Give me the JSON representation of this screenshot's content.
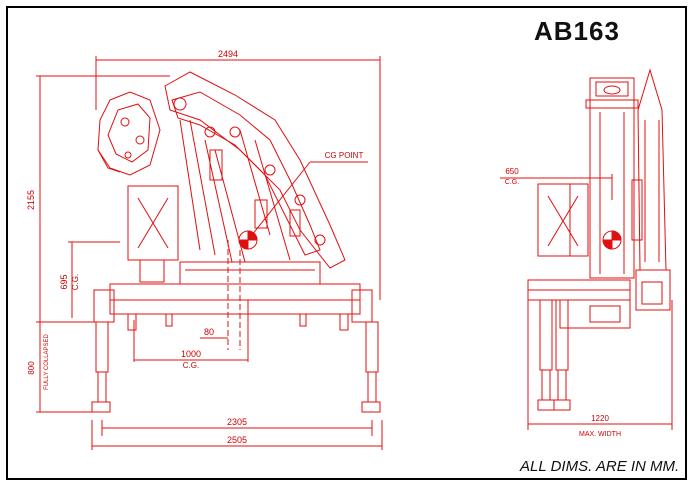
{
  "title": "AB163",
  "footnote": "ALL DIMS. ARE IN MM.",
  "colors": {
    "drawing": "#e01010",
    "frame": "#000000",
    "text": "#111111"
  },
  "dimensions": {
    "overall_length": "2494",
    "height": "2155",
    "cg_height": "695",
    "cg_height_unit": "C.G.",
    "cg_point": "CG POINT",
    "offset_80": "80",
    "cg_offset": "1000",
    "cg_offset_unit": "C.G.",
    "collapsed_value": "800",
    "collapsed_label": "FULLY COLLAPSED",
    "outrigger_span_inner": "2305",
    "outrigger_span_outer": "2505",
    "side_cg": "650",
    "side_cg_unit": "C.G.",
    "max_width": "1220",
    "max_width_label": "MAX. WIDTH"
  }
}
